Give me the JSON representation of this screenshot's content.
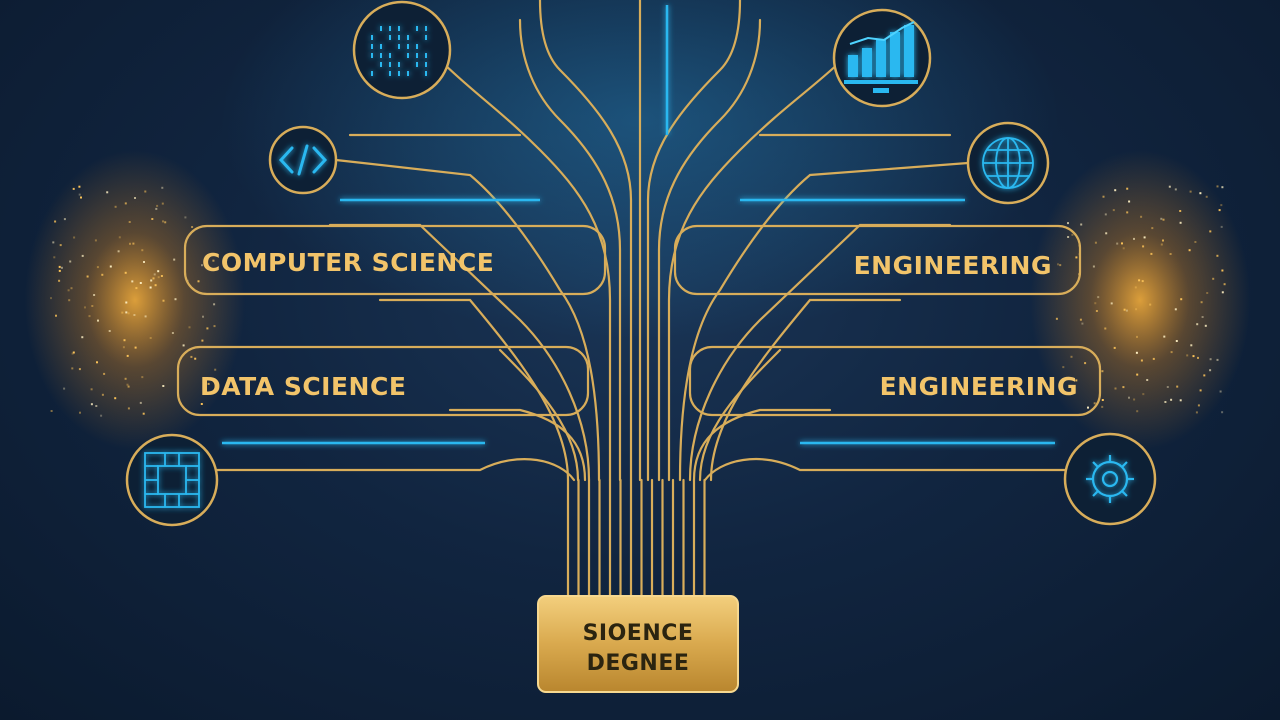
{
  "colors": {
    "gold": "#d8ad5a",
    "gold_bright": "#f5c66a",
    "cyan": "#29b8f0",
    "cyan_glow": "#4fd3ff",
    "background": "#0f2238"
  },
  "labels": {
    "left_top": "COMPUTER SCIENCE",
    "right_top": "ENGINEERING",
    "left_bottom": "DATA SCIENCE",
    "right_bottom": "ENGINEERING"
  },
  "root": {
    "line1": "SIOENCE",
    "line2": "DEGNEE"
  },
  "icons": {
    "top_left": "binary-grid-icon",
    "top_right": "bar-chart-monitor-icon",
    "mid_left": "code-brackets-icon",
    "mid_right": "globe-network-icon",
    "bottom_left": "circuit-board-icon",
    "bottom_right": "gear-icon"
  }
}
